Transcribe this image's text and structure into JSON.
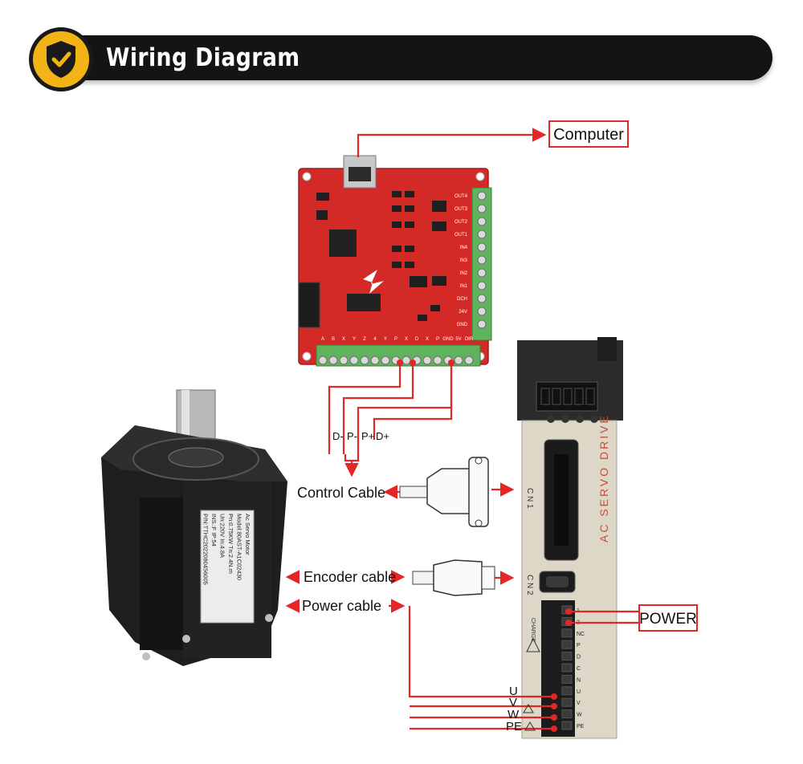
{
  "header": {
    "title": "Wiring Diagram",
    "badge_icon": "shield-check-icon",
    "accent": "#f2b316"
  },
  "labels": {
    "computer": "Computer",
    "control_cable": "Control Cable",
    "encoder_cable": "Encoder cable",
    "power_cable": "Power cable",
    "power": "POWER"
  },
  "signals": {
    "d_minus": "D-",
    "p_minus": "P-",
    "p_plus": "P+",
    "d_plus": "D+"
  },
  "phases": {
    "u": "U",
    "v": "V",
    "w": "W",
    "pe": "PE"
  },
  "board": {
    "bottom_pins": [
      "A",
      "B",
      "X",
      "Y",
      "Z",
      "4",
      "Y",
      "P",
      "X",
      "D",
      "X",
      "P",
      "GND",
      "5V",
      "DIR"
    ],
    "side_pins": [
      "OUT4",
      "OUT3",
      "OUT2",
      "OUT1",
      "IN4",
      "IN3",
      "IN2",
      "IN1",
      "DCH",
      "24V",
      "GND"
    ]
  },
  "drive": {
    "name": "AC SERVO DRIVE",
    "cn1": "C N 1",
    "cn2": "C N 2",
    "charge": "CHARGE",
    "power_terminals": [
      "1",
      "2",
      "NC",
      "P",
      "D",
      "C",
      "N",
      "U",
      "V",
      "W",
      "PE"
    ]
  },
  "motor": {
    "plate_lines": [
      "Ac Servo Motor",
      "Model:80AST-A1C02430",
      "Pn:0.75KW   Tn:2.4N.m",
      "Un:220V      In:4.8A",
      "INS.:F          IP:54",
      "P/N:TTHC2022080456005"
    ]
  },
  "colors": {
    "wire": "#e32626",
    "board": "#d42a27",
    "terminal": "#5fb35c",
    "drive": "#ddd7c8"
  }
}
